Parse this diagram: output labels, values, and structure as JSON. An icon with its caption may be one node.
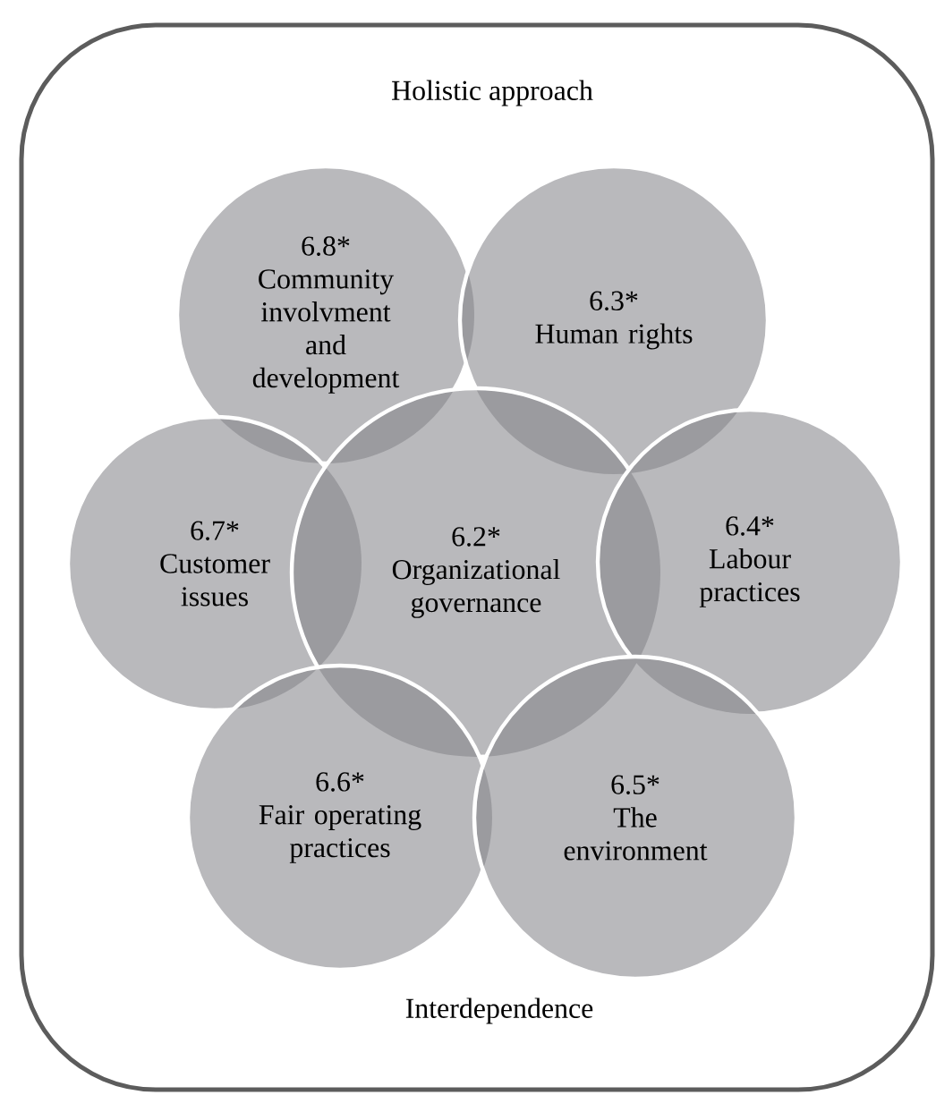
{
  "diagram": {
    "nodes": [
      {
        "text": [
          "Holistic approach",
          "Interdependence"
        ]
      },
      {
        "text": [
          "6.8*",
          "Community involvment and development"
        ],
        "in": 0
      },
      {
        "text": [
          "6.3*",
          "Human rights"
        ],
        "in": 0
      },
      {
        "text": [
          "6.7*",
          "Customer issues"
        ],
        "in": 0
      },
      {
        "text": [
          "6.2*",
          "Organizational governance"
        ],
        "in": 0
      },
      {
        "text": [
          "6.4*",
          "Labour practices"
        ],
        "in": 0
      },
      {
        "text": [
          "6.6*",
          "Fair operating practices"
        ],
        "in": 0
      },
      {
        "text": [
          "6.5*",
          "The environment"
        ],
        "in": 0
      }
    ]
  }
}
